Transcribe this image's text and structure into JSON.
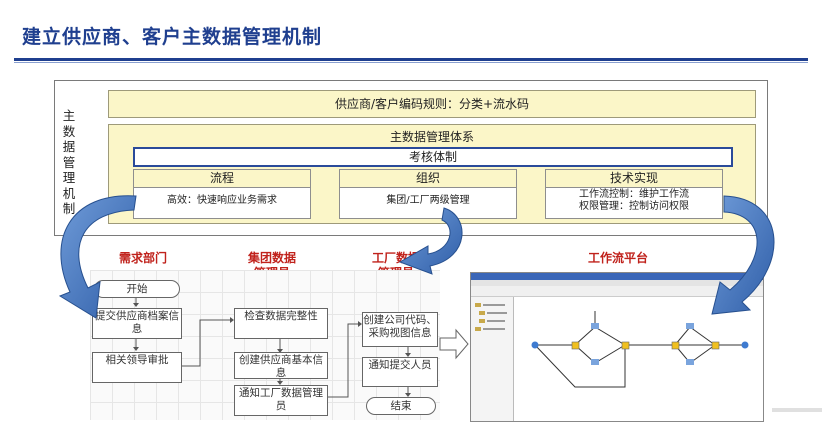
{
  "page": {
    "title": "建立供应商、客户主数据管理机制"
  },
  "framework": {
    "side_label": "主数据管理机制",
    "coding_rule": "供应商/客户编码规则：分类+流水码",
    "system": {
      "title": "主数据管理体系",
      "assessment": "考核体制",
      "pillars": [
        {
          "title": "流程",
          "body": [
            "高效：快速响应业务需求"
          ]
        },
        {
          "title": "组织",
          "body": [
            "集团/工厂两级管理"
          ]
        },
        {
          "title": "技术实现",
          "body": [
            "工作流控制：维护工作流",
            "权限管理：控制访问权限"
          ]
        }
      ]
    }
  },
  "roles": [
    {
      "lines": [
        "需求部门"
      ]
    },
    {
      "lines": [
        "集团数据",
        "管理员"
      ]
    },
    {
      "lines": [
        "工厂数据",
        "管理员"
      ]
    },
    {
      "lines": [
        "工作流平台"
      ]
    }
  ],
  "flowchart": {
    "lane1": [
      "开始",
      "提交供应商档案信息",
      "相关领导审批"
    ],
    "lane2": [
      "检查数据完整性",
      "创建供应商基本信息",
      "通知工厂数据管理员"
    ],
    "lane3": [
      "创建公司代码、采购视图信息",
      "通知提交人员",
      "结束"
    ]
  },
  "colors": {
    "title_blue": "#1f3f8f",
    "role_red": "#c0221c",
    "box_fill": "#fbf6c8",
    "arrow_blue": "#3e6db5"
  }
}
